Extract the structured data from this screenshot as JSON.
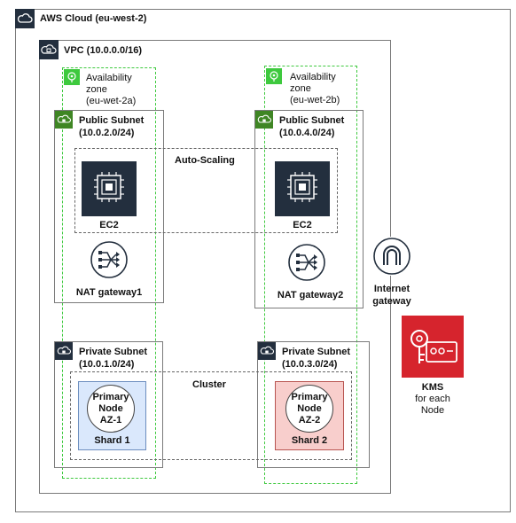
{
  "cloud": {
    "label": "AWS Cloud (eu-west-2)"
  },
  "vpc": {
    "label": "VPC (10.0.0.0/16)"
  },
  "availability_zones": [
    {
      "label": "Availability zone (eu-wet-2a)",
      "line1": "Availability",
      "line2": "zone",
      "line3": "(eu-wet-2a)"
    },
    {
      "label": "Availability zone (eu-wet-2b)",
      "line1": "Availability",
      "line2": "zone",
      "line3": "(eu-wet-2b)"
    }
  ],
  "public_subnets": [
    {
      "name": "Public Subnet",
      "cidr": "(10.0.2.0/24)"
    },
    {
      "name": "Public Subnet",
      "cidr": "(10.0.4.0/24)"
    }
  ],
  "private_subnets": [
    {
      "name": "Private Subnet",
      "cidr": "(10.0.1.0/24)"
    },
    {
      "name": "Private Subnet",
      "cidr": "(10.0.3.0/24)"
    }
  ],
  "auto_scaling": {
    "label": "Auto-Scaling"
  },
  "ec2": [
    {
      "label": "EC2"
    },
    {
      "label": "EC2"
    }
  ],
  "nat_gateways": [
    {
      "label": "NAT gateway1"
    },
    {
      "label": "NAT gateway2"
    }
  ],
  "internet_gateway": {
    "line1": "Internet",
    "line2": "gateway"
  },
  "cluster": {
    "label": "Cluster"
  },
  "nodes": [
    {
      "line1": "Primary",
      "line2": "Node",
      "line3": "AZ-1",
      "shard": "Shard 1",
      "color": "#dae8fc",
      "border": "#6c8ebf"
    },
    {
      "line1": "Primary",
      "line2": "Node",
      "line3": "AZ-2",
      "shard": "Shard 2",
      "color": "#f8cecc",
      "border": "#b85450"
    }
  ],
  "kms": {
    "line1": "KMS",
    "line2": "for each",
    "line3": "Node",
    "color": "#d6242d"
  },
  "colors": {
    "az_border": "#3ec93e",
    "ec2_bg": "#232f3e",
    "subnet_icon_green": "#3f8624"
  }
}
